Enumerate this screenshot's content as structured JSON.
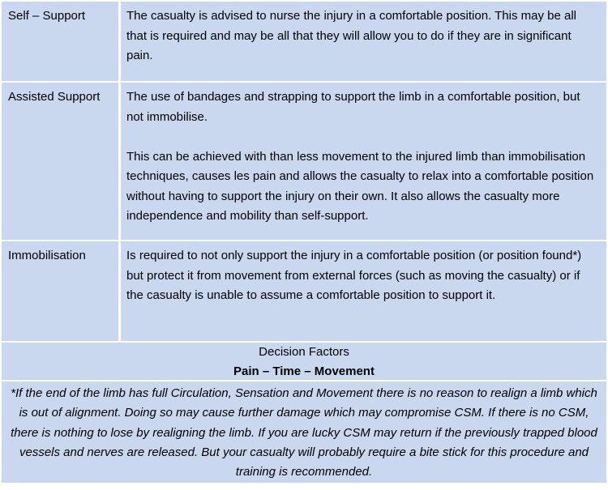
{
  "rows": [
    {
      "label": "Self – Support",
      "paragraphs": [
        "The casualty is advised to nurse the injury in a comfortable position.  This may be all that is required and may be all that they will allow you to do if they are in significant pain."
      ]
    },
    {
      "label": "Assisted Support",
      "paragraphs": [
        "The use of bandages and strapping to support the limb in a comfortable position, but not immobilise.",
        "This can be achieved with than less movement to the injured limb than immobilisation techniques, causes les pain and allows the casualty to relax into a comfortable position without having to support the injury on their own.   It also allows the casualty more independence and mobility than self-support."
      ]
    },
    {
      "label": "Immobilisation",
      "paragraphs": [
        "Is required to not only support the injury in a comfortable position (or position found*) but protect it from movement from external forces (such as moving the casualty) or if the casualty is unable to assume a comfortable position to support it."
      ]
    }
  ],
  "decision": {
    "title": "Decision Factors",
    "factors": "Pain – Time – Movement"
  },
  "note": "*If the end of the limb has full Circulation, Sensation and Movement there is no reason to realign a limb which is out of alignment.  Doing so may cause further damage which may compromise CSM.   If there is no CSM, there is nothing to lose by realigning the limb.   If you are lucky CSM may return if the previously trapped blood vessels and nerves are released.  But your casualty will probably require a bite stick for this procedure and training is recommended.",
  "colors": {
    "cell_background": "#c9d7ef",
    "grid_lines": "#ffffff"
  }
}
